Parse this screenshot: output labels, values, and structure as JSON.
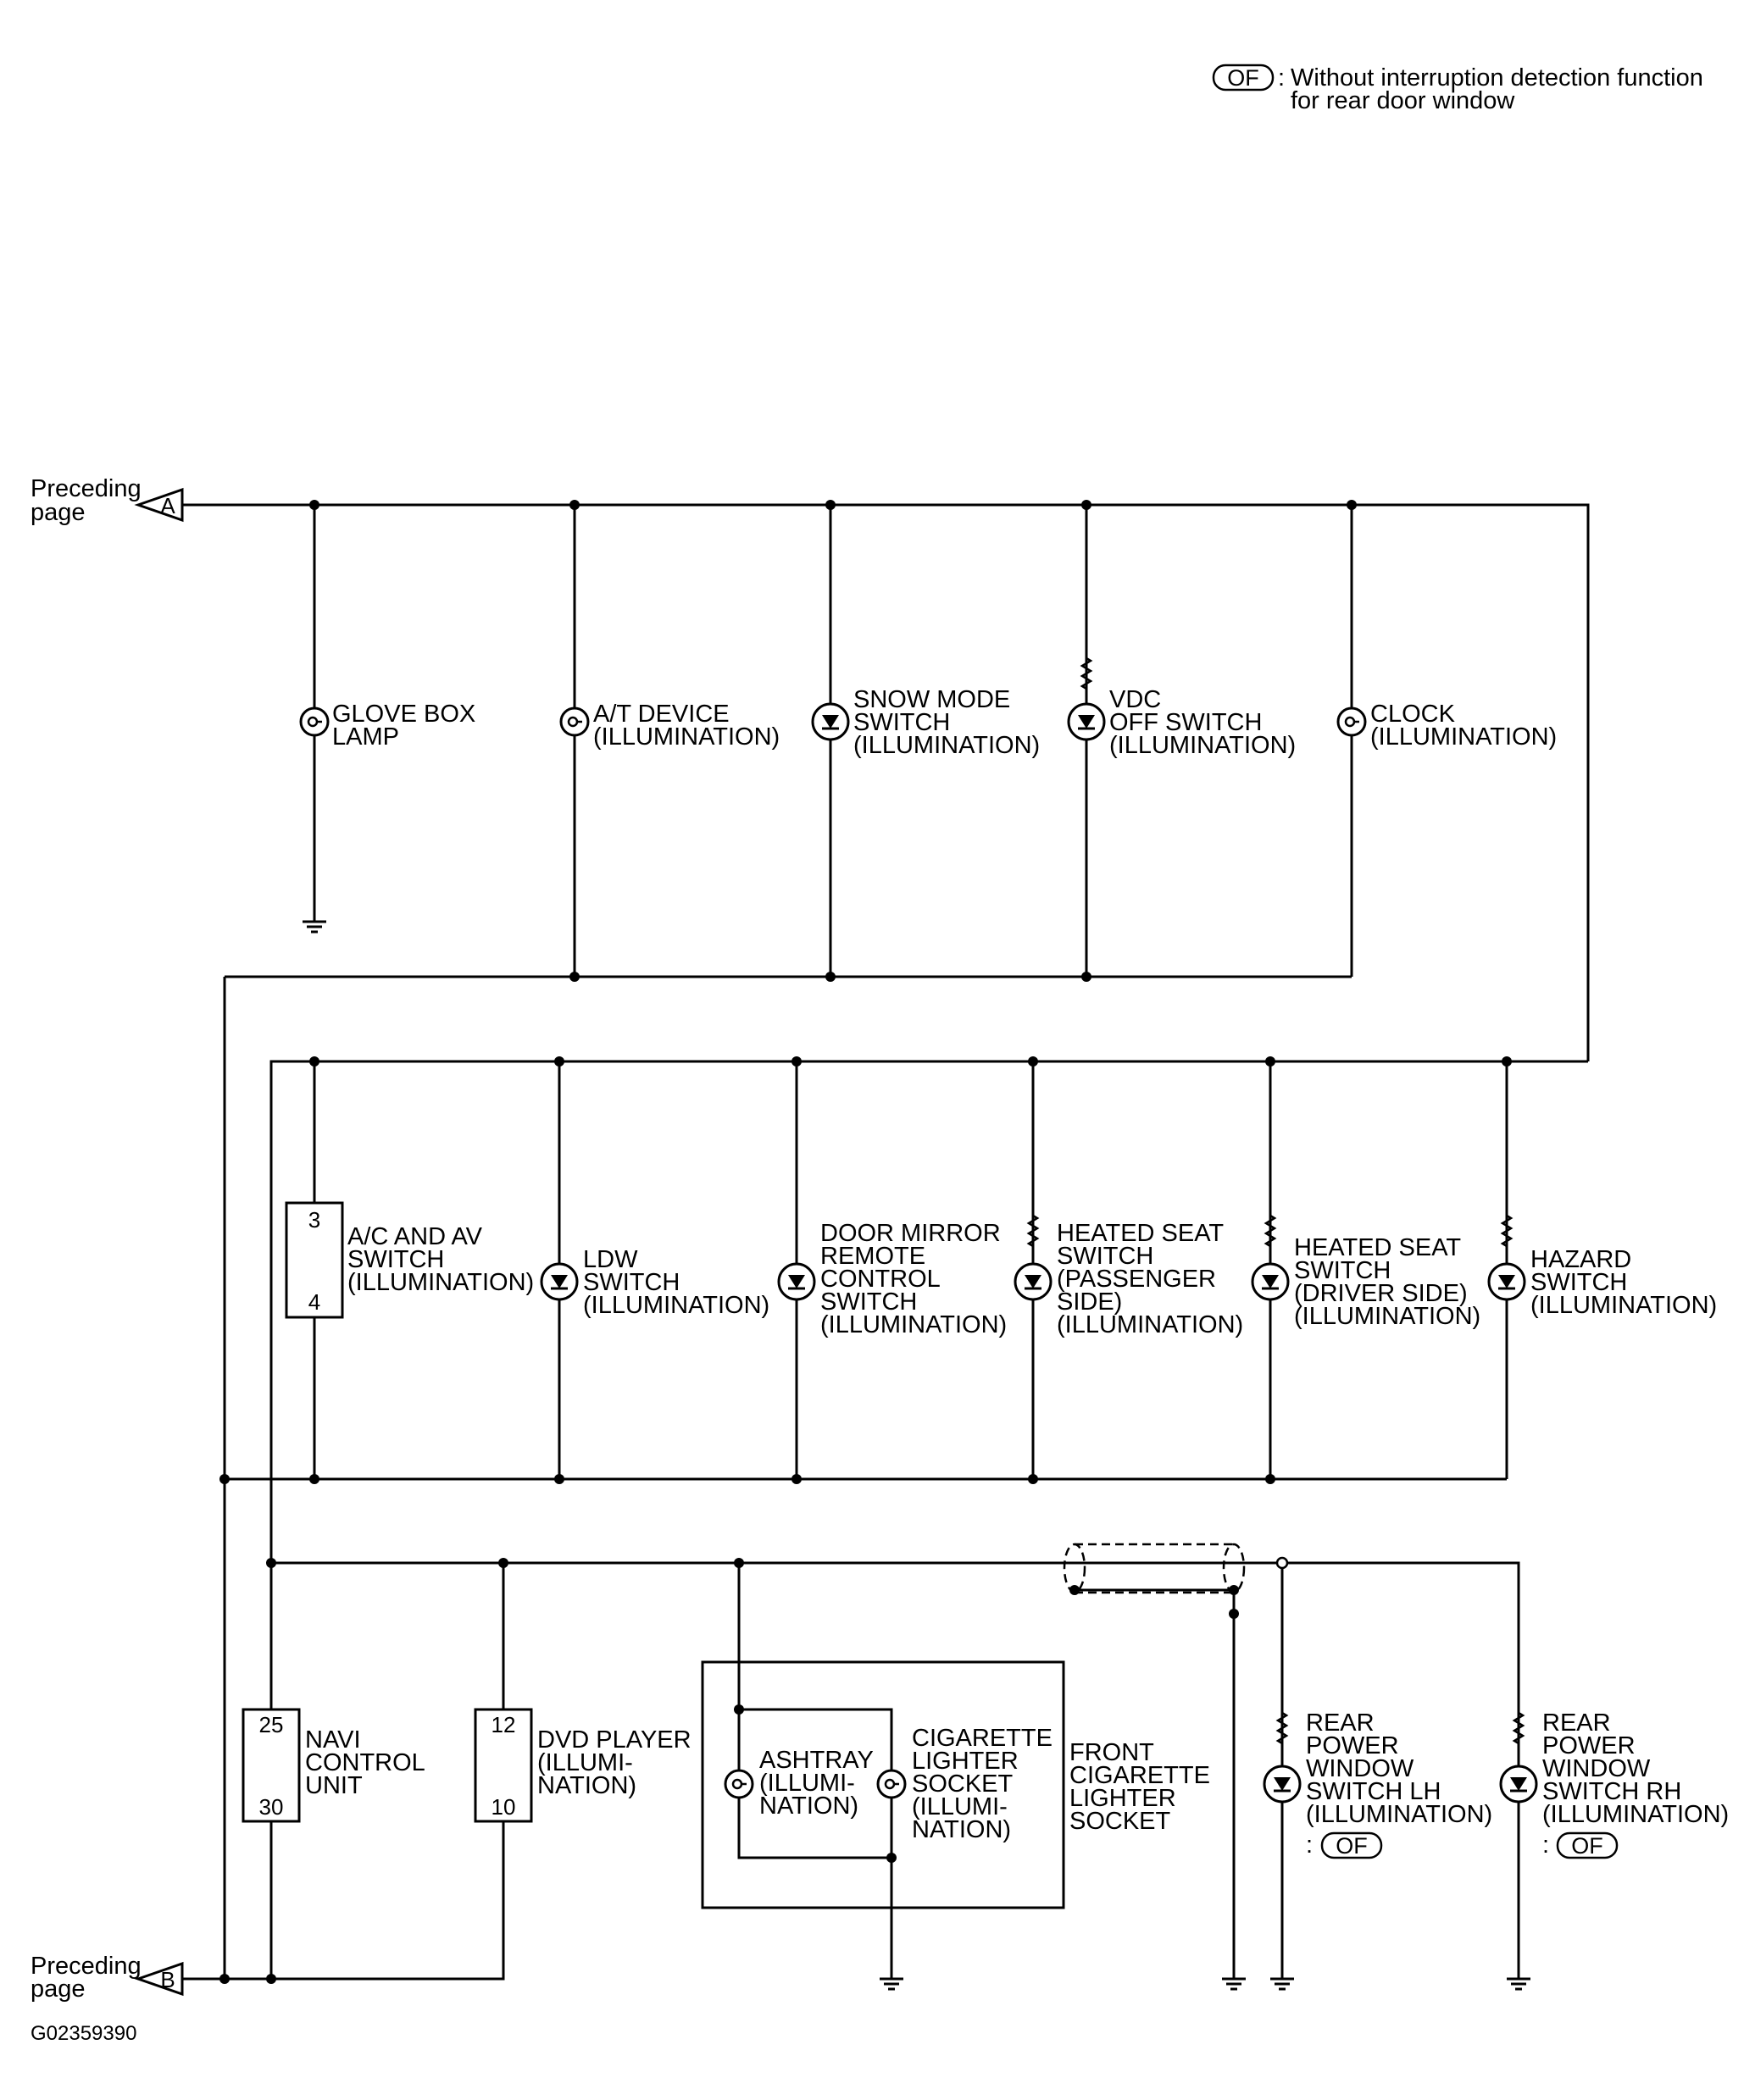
{
  "legend": {
    "symbol": "OF",
    "separator": ":",
    "line1": "Without interruption detection function",
    "line2": "for rear door window"
  },
  "connectors": {
    "a": {
      "letter": "A",
      "label_line1": "Preceding",
      "label_line2": "page"
    },
    "b": {
      "letter": "B",
      "label_line1": "Preceding",
      "label_line2": "page"
    }
  },
  "components": {
    "glove_box": [
      "GLOVE BOX",
      "LAMP"
    ],
    "at_device": [
      "A/T DEVICE",
      "(ILLUMINATION)"
    ],
    "snow_mode": [
      "SNOW MODE",
      "SWITCH",
      "(ILLUMINATION)"
    ],
    "vdc_off": [
      "VDC",
      "OFF SWITCH",
      "(ILLUMINATION)"
    ],
    "clock": [
      "CLOCK",
      "(ILLUMINATION)"
    ],
    "ac_av": [
      "A/C AND AV",
      "SWITCH",
      "(ILLUMINATION)"
    ],
    "ldw": [
      "LDW",
      "SWITCH",
      "(ILLUMINATION)"
    ],
    "door_mirror": [
      "DOOR MIRROR",
      "REMOTE",
      "CONTROL",
      "SWITCH",
      "(ILLUMINATION)"
    ],
    "heated_seat_passenger": [
      "HEATED SEAT",
      "SWITCH",
      "(PASSENGER",
      " SIDE)",
      "(ILLUMINATION)"
    ],
    "heated_seat_driver": [
      "HEATED SEAT",
      "SWITCH",
      "(DRIVER SIDE)",
      "(ILLUMINATION)"
    ],
    "hazard": [
      "HAZARD",
      "SWITCH",
      "(ILLUMINATION)"
    ],
    "navi": [
      "NAVI",
      "CONTROL",
      "UNIT"
    ],
    "dvd": [
      "DVD PLAYER",
      "(ILLUMI-",
      " NATION)"
    ],
    "ashtray": [
      "ASHTRAY",
      "(ILLUMI-",
      " NATION)"
    ],
    "cig_socket": [
      "CIGARETTE",
      "LIGHTER",
      "SOCKET",
      "(ILLUMI-",
      " NATION)"
    ],
    "front_cig": [
      "FRONT",
      "CIGARETTE",
      "LIGHTER",
      "SOCKET"
    ],
    "rear_lh": [
      "REAR",
      "POWER",
      "WINDOW",
      "SWITCH LH",
      "(ILLUMINATION)"
    ],
    "rear_rh": [
      "REAR",
      "POWER",
      "WINDOW",
      "SWITCH RH",
      "(ILLUMINATION)"
    ]
  },
  "pins": {
    "ac_av_top": "3",
    "ac_av_bottom": "4",
    "navi_top": "25",
    "navi_bottom": "30",
    "dvd_top": "12",
    "dvd_bottom": "10"
  },
  "of_tags": {
    "lh": {
      "prefix": ":",
      "symbol": "OF"
    },
    "rh": {
      "prefix": ":",
      "symbol": "OF"
    }
  },
  "figure_id": "G02359390"
}
